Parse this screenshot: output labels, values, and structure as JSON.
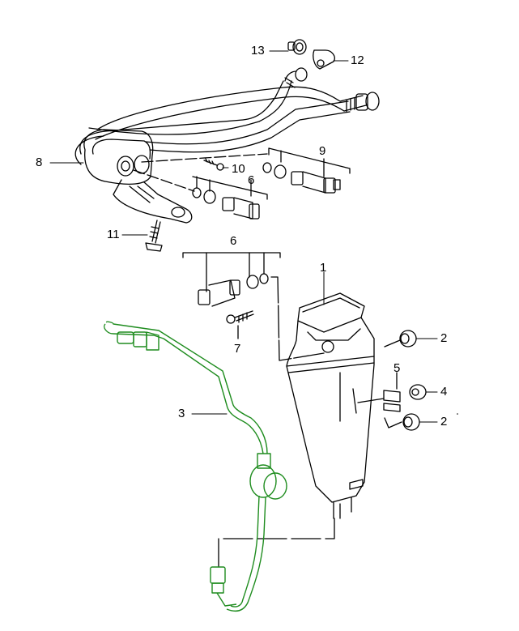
{
  "diagram": {
    "title": "Evaporative emission system exploded view",
    "colors": {
      "line": "#000000",
      "highlight": "#1e8c1e",
      "background": "#ffffff"
    },
    "callouts": [
      {
        "id": "c1",
        "label": "1",
        "part": "charcoal-canister"
      },
      {
        "id": "c2a",
        "label": "2",
        "part": "grommet-upper"
      },
      {
        "id": "c2b",
        "label": "2",
        "part": "grommet-lower"
      },
      {
        "id": "c3",
        "label": "3",
        "part": "vent-line-highlighted"
      },
      {
        "id": "c4",
        "label": "4",
        "part": "nut"
      },
      {
        "id": "c5",
        "label": "5",
        "part": "clip"
      },
      {
        "id": "c6a",
        "label": "6",
        "part": "valve-assembly-upper"
      },
      {
        "id": "c6b",
        "label": "6",
        "part": "valve-assembly-lower"
      },
      {
        "id": "c7",
        "label": "7",
        "part": "screw"
      },
      {
        "id": "c8",
        "label": "8",
        "part": "bracket-holder"
      },
      {
        "id": "c9",
        "label": "9",
        "part": "solenoid-valve-assembly"
      },
      {
        "id": "c10",
        "label": "10",
        "part": "screw"
      },
      {
        "id": "c11",
        "label": "11",
        "part": "bolt"
      },
      {
        "id": "c12",
        "label": "12",
        "part": "elbow-connector"
      },
      {
        "id": "c13",
        "label": "13",
        "part": "fitting"
      }
    ]
  }
}
